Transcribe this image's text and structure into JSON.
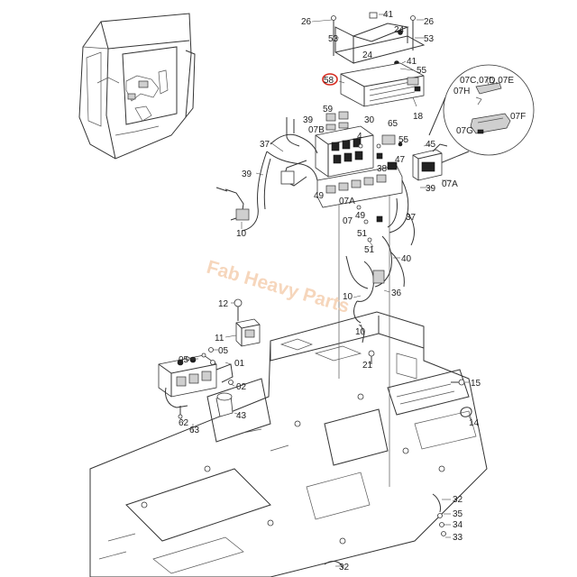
{
  "watermark": "Fab Heavy Parts",
  "accent_color": "#d62a1e",
  "highlighted_part": "58",
  "inset_labels": [
    "07C,07D,07E",
    "07H",
    "07G",
    "07F"
  ],
  "callouts": [
    {
      "id": "c26a",
      "text": "26"
    },
    {
      "id": "c41a",
      "text": "41"
    },
    {
      "id": "c26b",
      "text": "26"
    },
    {
      "id": "c53a",
      "text": "53"
    },
    {
      "id": "c24a",
      "text": "24"
    },
    {
      "id": "c53b",
      "text": "53"
    },
    {
      "id": "c24b",
      "text": "24"
    },
    {
      "id": "c41b",
      "text": "41"
    },
    {
      "id": "c55a",
      "text": "55"
    },
    {
      "id": "c58",
      "text": "58"
    },
    {
      "id": "c18",
      "text": "18"
    },
    {
      "id": "c59",
      "text": "59"
    },
    {
      "id": "c39a",
      "text": "39"
    },
    {
      "id": "c30",
      "text": "30"
    },
    {
      "id": "c07B",
      "text": "07B"
    },
    {
      "id": "c4",
      "text": "4"
    },
    {
      "id": "c65",
      "text": "65"
    },
    {
      "id": "c37a",
      "text": "37"
    },
    {
      "id": "c55b",
      "text": "55"
    },
    {
      "id": "c45",
      "text": "45"
    },
    {
      "id": "c47",
      "text": "47"
    },
    {
      "id": "c38",
      "text": "38"
    },
    {
      "id": "c39b",
      "text": "39"
    },
    {
      "id": "c07Aa",
      "text": "07A"
    },
    {
      "id": "c39c",
      "text": "39"
    },
    {
      "id": "c49a",
      "text": "49"
    },
    {
      "id": "c07Ab",
      "text": "07A"
    },
    {
      "id": "c49b",
      "text": "49"
    },
    {
      "id": "c07",
      "text": "07"
    },
    {
      "id": "c37b",
      "text": "37"
    },
    {
      "id": "c51a",
      "text": "51"
    },
    {
      "id": "c10a",
      "text": "10"
    },
    {
      "id": "c51b",
      "text": "51"
    },
    {
      "id": "c40",
      "text": "40"
    },
    {
      "id": "c10b",
      "text": "10"
    },
    {
      "id": "c36",
      "text": "36"
    },
    {
      "id": "c12",
      "text": "12"
    },
    {
      "id": "c10c",
      "text": "10"
    },
    {
      "id": "c11",
      "text": "11"
    },
    {
      "id": "c05a",
      "text": "05"
    },
    {
      "id": "c05b",
      "text": "05"
    },
    {
      "id": "c01",
      "text": "01"
    },
    {
      "id": "c02",
      "text": "02"
    },
    {
      "id": "c21",
      "text": "21"
    },
    {
      "id": "c15",
      "text": "15"
    },
    {
      "id": "c43",
      "text": "43"
    },
    {
      "id": "c62",
      "text": "62"
    },
    {
      "id": "c63",
      "text": "63"
    },
    {
      "id": "c14",
      "text": "14"
    },
    {
      "id": "c32a",
      "text": "32"
    },
    {
      "id": "c35",
      "text": "35"
    },
    {
      "id": "c34",
      "text": "34"
    },
    {
      "id": "c33",
      "text": "33"
    },
    {
      "id": "c32b",
      "text": "32"
    }
  ]
}
